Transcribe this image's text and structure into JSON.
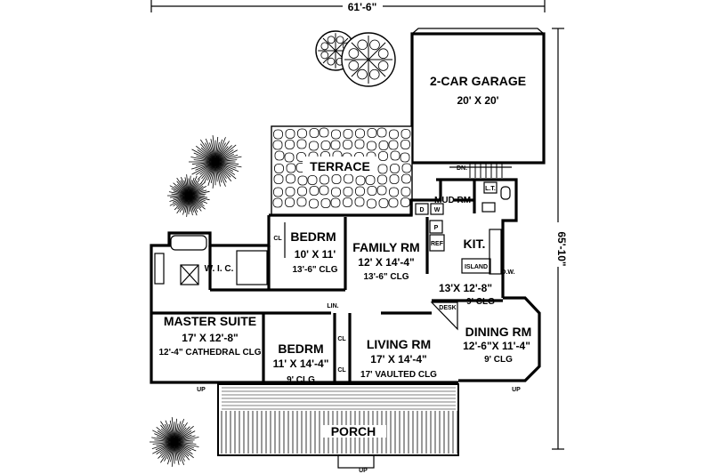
{
  "dimensions": {
    "width_label": "61'-6\"",
    "depth_label": "65'-10\""
  },
  "rooms": {
    "garage": {
      "name": "2-CAR GARAGE",
      "size": "20' X 20'"
    },
    "terrace": {
      "name": "TERRACE"
    },
    "mud_rm": {
      "name": "MUD RM"
    },
    "bedrm1": {
      "name": "BEDRM",
      "size": "10' X 11'",
      "ceiling": "13'-6\" CLG"
    },
    "family": {
      "name": "FAMILY RM",
      "size": "12' X 14'-4\"",
      "ceiling": "13'-6\" CLG"
    },
    "kitchen": {
      "name": "KIT.",
      "size": "13'X 12'-8\"",
      "ceiling": "9' CLG"
    },
    "master": {
      "name": "MASTER SUITE",
      "size": "17' X 12'-8\"",
      "ceiling": "12'-4\" CATHEDRAL CLG"
    },
    "bedrm2": {
      "name": "BEDRM",
      "size": "11' X 14'-4\"",
      "ceiling": "9' CLG"
    },
    "living": {
      "name": "LIVING RM",
      "size": "17' X 14'-4\"",
      "ceiling": "17' VAULTED CLG"
    },
    "dining": {
      "name": "DINING RM",
      "size": "12'-6\"X 11'-4\"",
      "ceiling": "9' CLG"
    },
    "porch": {
      "name": "PORCH"
    }
  },
  "fixtures": {
    "wic": "W. I. C.",
    "lin": "LIN.",
    "cl": "CL",
    "island": "ISLAND",
    "desk": "DESK",
    "ref": "REF",
    "pantry": "P",
    "dw": "D.W.",
    "washer_dryer_d": "D",
    "washer_dryer_w": "W",
    "lt": "L.T.",
    "dn": "DN.",
    "up": "UP"
  }
}
